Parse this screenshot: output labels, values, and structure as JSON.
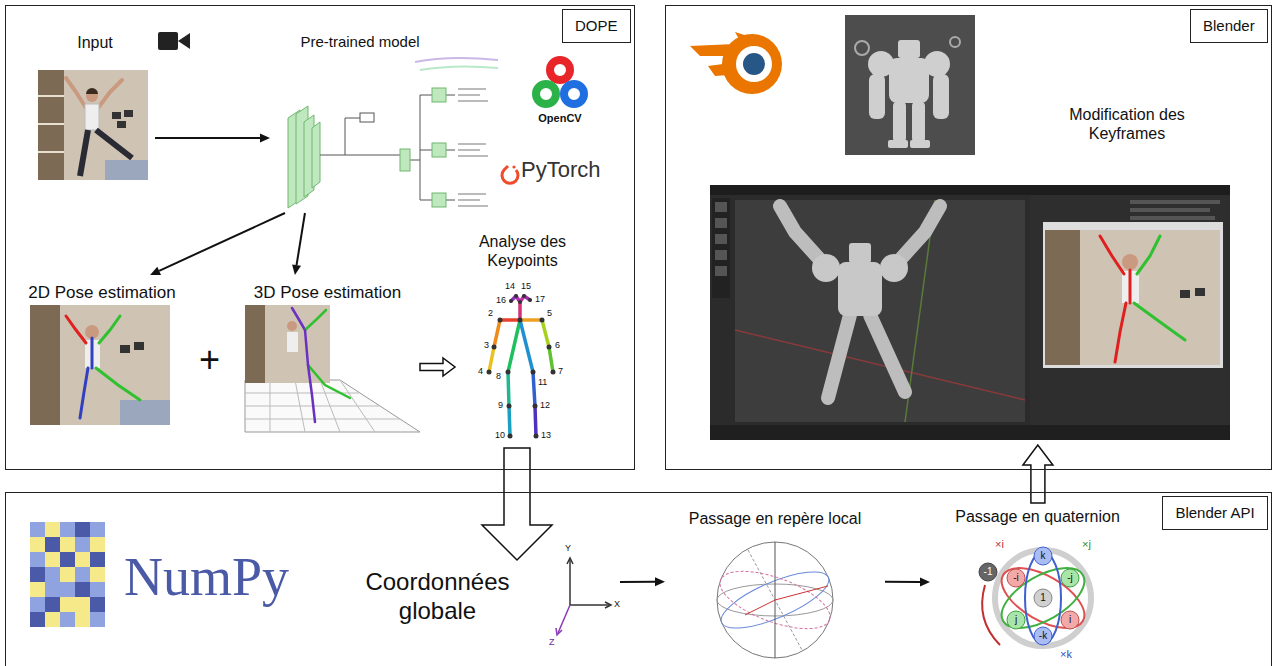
{
  "diagram": {
    "nodes": [
      {
        "text": [
          "DOPE"
        ]
      },
      {
        "text": [
          "Input"
        ],
        "in": 0
      },
      {
        "text": [
          "Pre-trained model"
        ],
        "in": 0
      },
      {
        "text": [
          "2D Pose estimation"
        ],
        "in": 0
      },
      {
        "text": [
          "3D Pose estimation"
        ],
        "in": 0
      },
      {
        "text": [
          "Analyse des Keypoints"
        ],
        "in": 0
      },
      {
        "text": [
          "Blender"
        ]
      },
      {
        "text": [
          "Modification des Keyframes"
        ],
        "in": 6
      },
      {
        "text": [
          "Blender API"
        ]
      },
      {
        "text": [
          "Coordonnées globale"
        ],
        "in": 8
      },
      {
        "text": [
          "Passage en repère local"
        ],
        "in": 8
      },
      {
        "text": [
          "Passage en quaternion"
        ],
        "in": 8
      }
    ],
    "edges": [
      {
        "from": 1,
        "to": 2,
        "arrow": "to"
      },
      {
        "from": 2,
        "to": 3,
        "arrow": "to"
      },
      {
        "from": 2,
        "to": 4,
        "arrow": "to"
      },
      {
        "from": 4,
        "to": 5,
        "arrow": "to"
      },
      {
        "from": 5,
        "to": 9,
        "arrow": "to"
      },
      {
        "from": 9,
        "to": 10,
        "arrow": "to"
      },
      {
        "from": 10,
        "to": 11,
        "arrow": "to"
      },
      {
        "from": 11,
        "to": 7,
        "arrow": "to"
      }
    ],
    "labels": [
      "OpenCV",
      "PyTorch",
      "+",
      "14",
      "15",
      "16",
      "17",
      "2",
      "5",
      "3",
      "6",
      "4",
      "7",
      "8",
      "11",
      "9",
      "12",
      "10",
      "13",
      "NumPy",
      "Y",
      "X",
      "Z",
      "×i",
      "×j",
      "×k",
      "1",
      "-1",
      "i",
      "-i",
      "j",
      "-j",
      "k",
      "-k"
    ]
  }
}
